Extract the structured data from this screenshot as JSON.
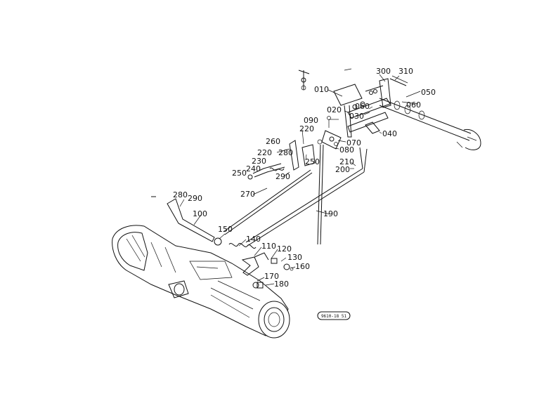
{
  "diagram": {
    "part_labels": {
      "p010": "010",
      "p020": "020",
      "p030": "030",
      "p040": "040",
      "p050": "050",
      "p060a": "060",
      "p060b": "060",
      "p070": "070",
      "p080": "080",
      "p090": "090",
      "p100": "100",
      "p110": "110",
      "p120": "120",
      "p130": "130",
      "p140": "140",
      "p150": "150",
      "p160": "160",
      "p170": "170",
      "p180": "180",
      "p190": "190",
      "p200": "200",
      "p210": "210",
      "p220a": "220",
      "p220b": "220",
      "p230": "230",
      "p240": "240",
      "p250a": "250",
      "p250b": "250",
      "p260": "260",
      "p270": "270",
      "p280a": "280",
      "p280b": "280",
      "p290a": "290",
      "p290b": "290",
      "p300": "300",
      "p310": "310"
    },
    "drawing_code": "9610-18 51"
  }
}
